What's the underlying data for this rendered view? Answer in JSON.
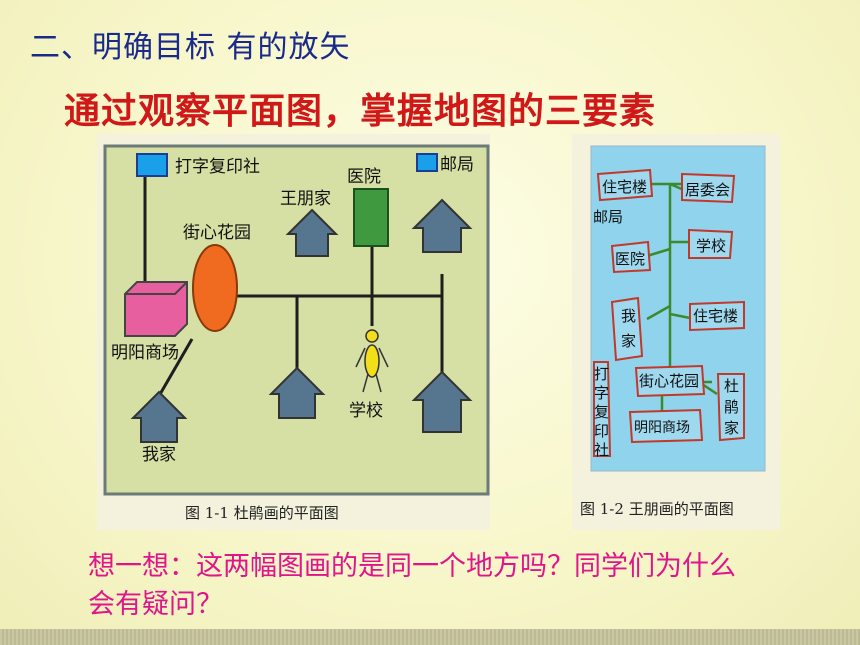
{
  "heading": "二、明确目标 有的放矢",
  "subheading": "通过观察平面图，掌握地图的三要素",
  "map1": {
    "caption": "图 1-1   杜鹃画的平面图",
    "labels": {
      "print_shop": "打字复印社",
      "post_office": "邮局",
      "hospital": "医院",
      "wang_home": "王朋家",
      "garden": "街心花园",
      "mall": "明阳商场",
      "school": "学校",
      "my_home": "我家"
    }
  },
  "map2": {
    "caption": "图 1-2   王朋画的平面图",
    "labels": {
      "residence_1": "住宅楼",
      "committee": "居委会",
      "post_office": "邮局",
      "hospital": "医院",
      "school": "学校",
      "my_home": "我家",
      "residence_2": "住宅楼",
      "garden": "街心花园",
      "print_shop": "打字复印社",
      "du_home": "杜鹃家",
      "mall": "明阳商场"
    }
  },
  "question": "想一想：这两幅图画的是同一个地方吗？同学们为什么会有疑问？",
  "colors": {
    "heading": "#1a2a8a",
    "subheading": "#d01818",
    "question": "#e0158b",
    "map1_bg": "#d6dfa4",
    "map2_bg": "#8fd3ec"
  }
}
